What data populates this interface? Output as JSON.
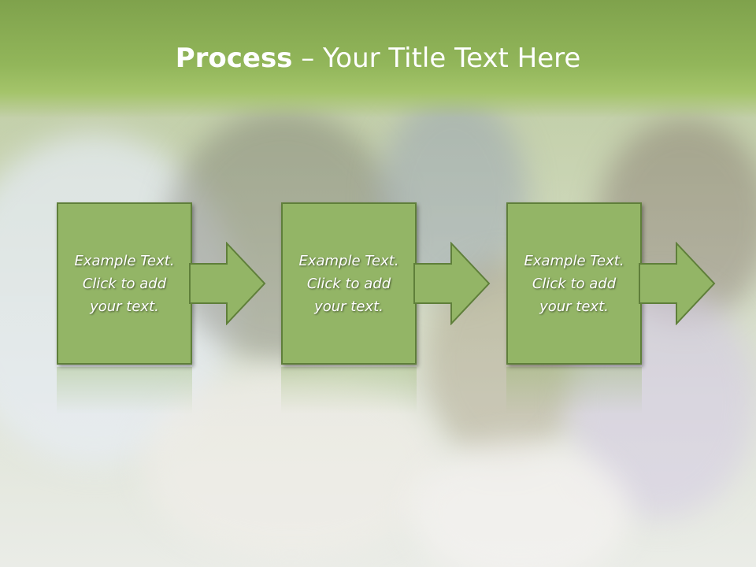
{
  "slide": {
    "title_bold": "Process",
    "title_rest": " – Your Title Text Here",
    "steps": [
      {
        "text": "Example Text.\nClick  to add\nyour text."
      },
      {
        "text": "Example Text.\nClick  to add\nyour text."
      },
      {
        "text": "Example Text.\nClick  to add\nyour text."
      }
    ],
    "colors": {
      "title_band": "#92b65a",
      "box_fill": "#93b566",
      "box_border": "#5f7f3a",
      "text": "#ffffff"
    }
  }
}
